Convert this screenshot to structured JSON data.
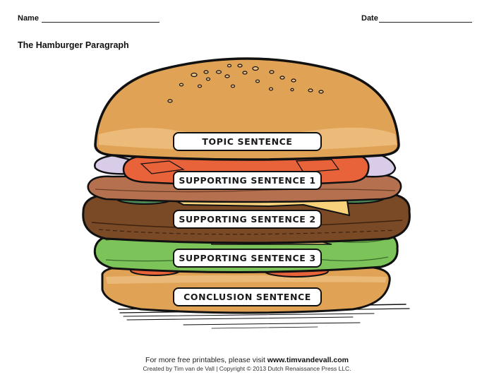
{
  "header": {
    "name_label": "Name",
    "date_label": "Date",
    "title": "The Hamburger Paragraph"
  },
  "hamburger": {
    "layers": [
      {
        "label": "TOPIC SENTENCE",
        "layer": "top-bun"
      },
      {
        "label": "SUPPORTING SENTENCE 1",
        "layer": "tomato-bacon"
      },
      {
        "label": "SUPPORTING SENTENCE 2",
        "layer": "patty"
      },
      {
        "label": "SUPPORTING SENTENCE 3",
        "layer": "lettuce"
      },
      {
        "label": "CONCLUSION SENTENCE",
        "layer": "bottom-bun"
      }
    ],
    "colors": {
      "bun": "#e0a255",
      "bun_light": "#f0c386",
      "tomato": "#e8623a",
      "bacon": "#b5714f",
      "patty": "#7a4a26",
      "cheese": "#f7d27a",
      "lettuce": "#7cc35a",
      "pickle": "#4f8a5a",
      "onion": "#d9cce8",
      "outline": "#111111"
    }
  },
  "footer": {
    "line1_prefix": "For more free printables, please visit ",
    "line1_link": "www.timvandevall.com",
    "line2": "Created by Tim van de Vall | Copyright © 2013 Dutch Renaissance Press LLC."
  }
}
